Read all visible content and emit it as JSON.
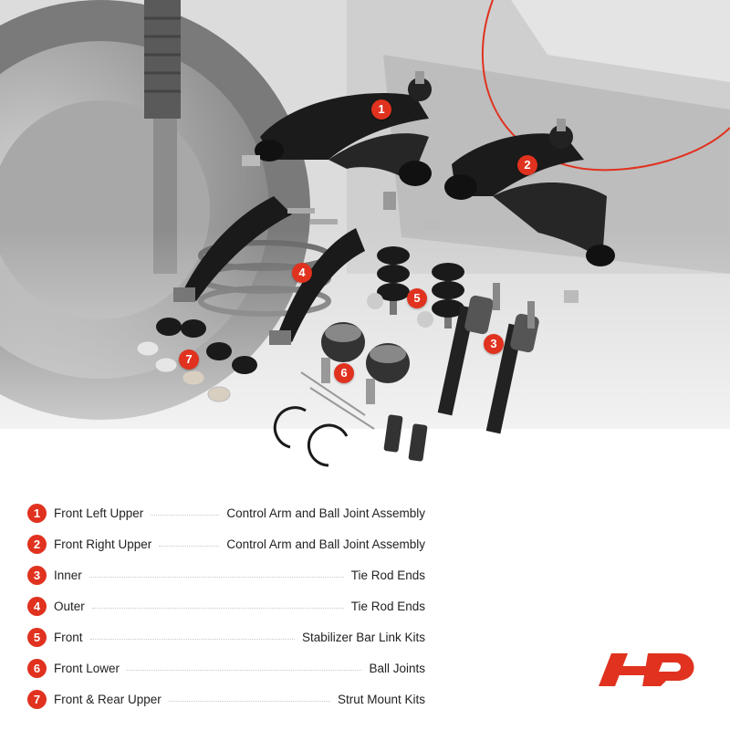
{
  "brand": {
    "accent": "#e0321f",
    "logo": "a-premium-logo"
  },
  "callouts": [
    "1",
    "2",
    "3",
    "4",
    "5",
    "6",
    "7"
  ],
  "legend": [
    {
      "num": "1",
      "name": "Front Left Upper",
      "desc": "Control Arm and Ball Joint Assembly"
    },
    {
      "num": "2",
      "name": "Front Right Upper",
      "desc": "Control Arm and Ball Joint Assembly"
    },
    {
      "num": "3",
      "name": "Inner",
      "desc": "Tie Rod Ends"
    },
    {
      "num": "4",
      "name": "Outer",
      "desc": "Tie Rod Ends"
    },
    {
      "num": "5",
      "name": "Front",
      "desc": "Stabilizer Bar Link Kits"
    },
    {
      "num": "6",
      "name": "Front Lower",
      "desc": "Ball Joints"
    },
    {
      "num": "7",
      "name": "Front & Rear Upper",
      "desc": "Strut Mount Kits"
    }
  ]
}
